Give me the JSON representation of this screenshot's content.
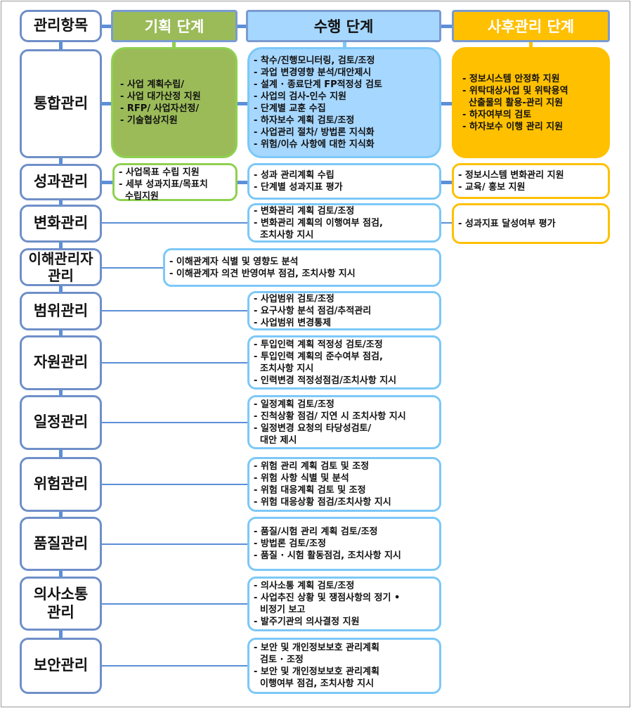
{
  "headers": {
    "category": "관리항목",
    "planning": "기획 단계",
    "execution": "수행 단계",
    "post": "사후관리 단계"
  },
  "colors": {
    "planning": "#9bbb59",
    "execution": "#a6d7ff",
    "post": "#ffc000",
    "category_border": "#6f8fc8"
  },
  "rows": [
    {
      "name": "통합관리",
      "planning": [
        "- 사업 계획수립/",
        "- 사업 대가산정 지원",
        "- RFP/ 사업자선정/",
        "- 기술협상지원"
      ],
      "execution": [
        "- 착수/진행모니터링, 검토/조정",
        "- 과업 변경영향 분석/대안제시",
        "- 설계 · 종료단계 FP적정성 검토",
        "- 사업의 검사-인수 지원",
        "- 단계별 교훈 수집",
        "- 하자보수 계획 검토/조정",
        "- 사업관리 절차/ 방법론 지식화",
        "- 위험/이슈 사항에 대한 지식화"
      ],
      "post": [
        "- 정보시스템 안정화 지원",
        "- 위탁대상사업 및 위탁용역",
        "  산출물의 활용-관리 지원",
        "- 하자여부의 검토",
        "- 하자보수 이행 관리 지원"
      ]
    },
    {
      "name": "성과관리",
      "planning": [
        "- 사업목표 수립 지원",
        "- 세부 성과지표/목표치",
        "  수립지원"
      ],
      "execution": [
        "- 성과 관리계획 수립",
        "- 단계별 성과지표 평가"
      ],
      "post": [
        "- 정보시스템 변화관리 지원",
        "- 교육/ 홍보 지원"
      ]
    },
    {
      "name": "변화관리",
      "execution": [
        "- 변화관리 계획 검토/조정",
        "- 변화관리 계획의 이행여부 점검,",
        "  조치사항 지시"
      ],
      "post": [
        "- 성과지표 달성여부 평가"
      ]
    },
    {
      "name": "이해관리자\n관리",
      "execution": [
        "- 이해관계자 식별 및 영향도 분석",
        "- 이해관계자 의견 반영여부 점검, 조치사항 지시"
      ]
    },
    {
      "name": "범위관리",
      "execution": [
        "- 사업범위 검토/조정",
        "- 요구사항 분석 점검/추적관리",
        "- 사업범위 변경통제"
      ]
    },
    {
      "name": "자원관리",
      "execution": [
        "- 투입인력 계획 적정성 검토/조정",
        "- 투입인력 계획의 준수여부 점검,",
        "  조치사항 지시",
        "- 인력변경 적정성점검/조치사항 지시"
      ]
    },
    {
      "name": "일정관리",
      "execution": [
        "- 일정계획 검토/조정",
        "- 진척상황 점검/ 지연 시 조치사항 지시",
        "- 일정변경 요청의 타당성검토/",
        "  대안 제시"
      ]
    },
    {
      "name": "위험관리",
      "execution": [
        "- 위험 관리 계획 검토 및 조정",
        "- 위험 사항 식별 및 분석",
        "- 위험 대응계획 검토 및 조정",
        "- 위험 대응상황 점검/조치사항 지시"
      ]
    },
    {
      "name": "품질관리",
      "execution": [
        "- 품질/시험 관리 계획 검토/조정",
        "- 방법론 검토/조정",
        "- 품질 · 시험 활동점검, 조치사항 지시"
      ]
    },
    {
      "name": "의사소통\n관리",
      "execution": [
        "- 의사소통 계획 검토/조정",
        "- 사업추진 상황 및 쟁점사항의 정기 •",
        "  비정기 보고",
        "- 발주기관의 의사결정 지원"
      ]
    },
    {
      "name": "보안관리",
      "execution": [
        "- 보안 및 개인정보보호 관리계획",
        "  검토 · 조정",
        "- 보안 및 개인정보보호 관리계획",
        "  이행여부 점검, 조치사항 지시"
      ]
    }
  ]
}
